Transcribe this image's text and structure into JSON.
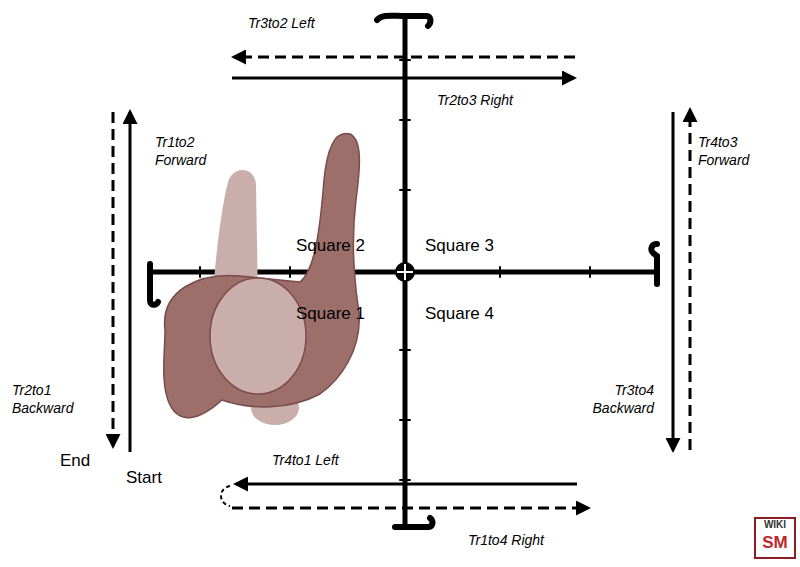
{
  "diagram": {
    "labels": [
      "Tr3to2 Left",
      "Tr2to3 Right",
      "Tr1to2 Forward",
      "Tr4to3 Forward",
      "Square 2",
      "Square 3",
      "Square 1",
      "Square 4",
      "Tr2to1 Backward",
      "Tr3to4 Backward",
      "End",
      "Start",
      "Tr4to1 Left",
      "Tr1to4 Right",
      "WIKI",
      "SM"
    ]
  }
}
